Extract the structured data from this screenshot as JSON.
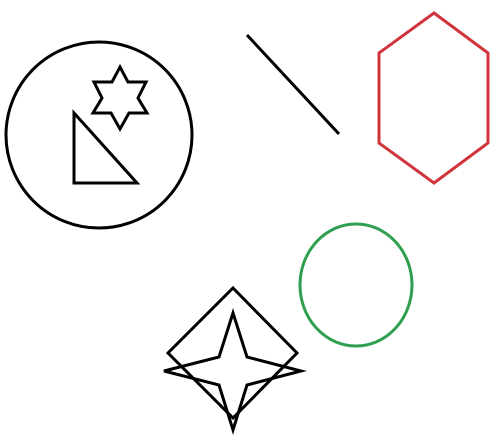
{
  "colors": {
    "background": "#ffffff",
    "ink": "#000000",
    "red": "#d0343a",
    "green": "#2f9e4f"
  },
  "shapes": [
    {
      "kind": "large-circle",
      "color": "ink"
    },
    {
      "kind": "six-pointed-star",
      "color": "ink"
    },
    {
      "kind": "right-triangle",
      "color": "ink"
    },
    {
      "kind": "diagonal-line",
      "color": "ink"
    },
    {
      "kind": "hexagon",
      "color": "red"
    },
    {
      "kind": "circle",
      "color": "green"
    },
    {
      "kind": "diamond",
      "color": "ink"
    },
    {
      "kind": "four-pointed-star",
      "color": "ink"
    }
  ]
}
